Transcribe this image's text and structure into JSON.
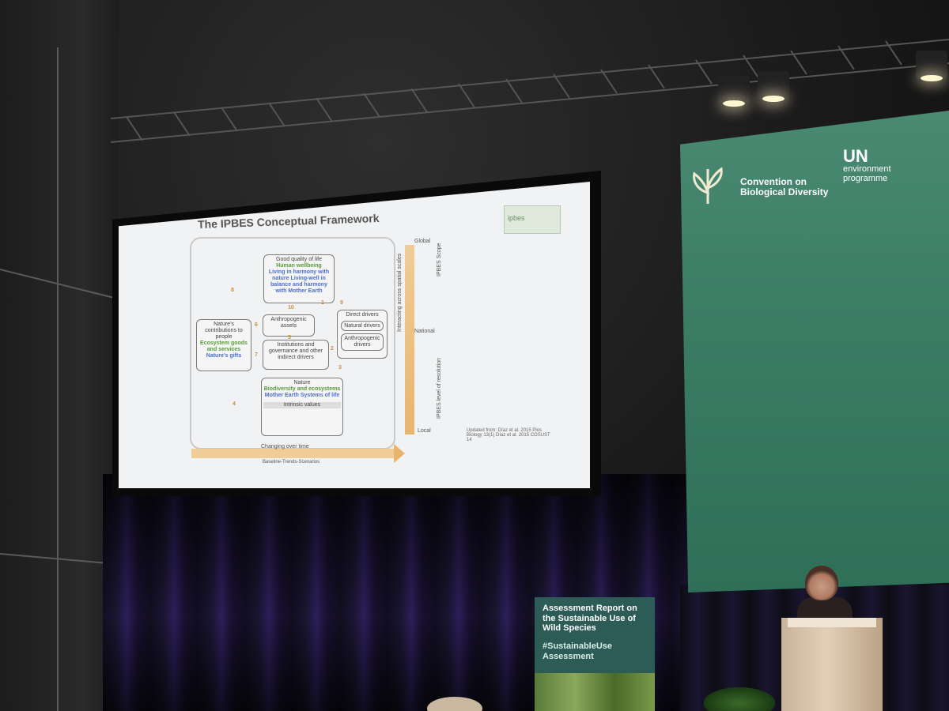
{
  "slide": {
    "title": "The IPBES Conceptual Framework",
    "logo": "ipbes",
    "boxes": {
      "good_quality": "Good quality of life",
      "human_wellbeing": "Human wellbeing",
      "harmony": "Living in harmony with nature Living-well in balance and harmony with Mother Earth",
      "anthropogenic_assets": "Anthropogenic assets",
      "institutions": "Institutions and governance and other indirect drivers",
      "natures_contributions": "Nature's contributions to people",
      "ecosystem_goods": "Ecosystem goods and services",
      "natures_gifts": "Nature's gifts",
      "direct_drivers": "Direct drivers",
      "natural_drivers": "Natural drivers",
      "anthropogenic_drivers": "Anthropogenic drivers",
      "nature": "Nature",
      "biodiversity": "Biodiversity and ecosystems",
      "mother_earth": "Mother Earth Systems of life",
      "intrinsic": "Intrinsic values"
    },
    "numbers": [
      "8",
      "10",
      "1",
      "9",
      "6",
      "5",
      "2",
      "7",
      "3",
      "4"
    ],
    "vertical_axis": "Interacting across spatial scales",
    "scale_labels": [
      "Global",
      "National",
      "Local"
    ],
    "scope_label": "IPBES Scope",
    "resolution_label": "IPBES level of resolution",
    "bottom_arrow": "Changing over time",
    "bottom_sub": "Baseline-Trends-Scenarios",
    "citation": "Updated from: Díaz et al. 2015 Plos Biology 13(1) Díaz et al. 2015 COSUST 14"
  },
  "banner": {
    "cbd": "Convention on Biological Diversity",
    "un_short": "UN",
    "un_line1": "environment",
    "un_line2": "programme"
  },
  "sign": {
    "title": "Assessment Report on the Sustainable Use of Wild Species",
    "hashtag": "#SustainableUse Assessment"
  }
}
